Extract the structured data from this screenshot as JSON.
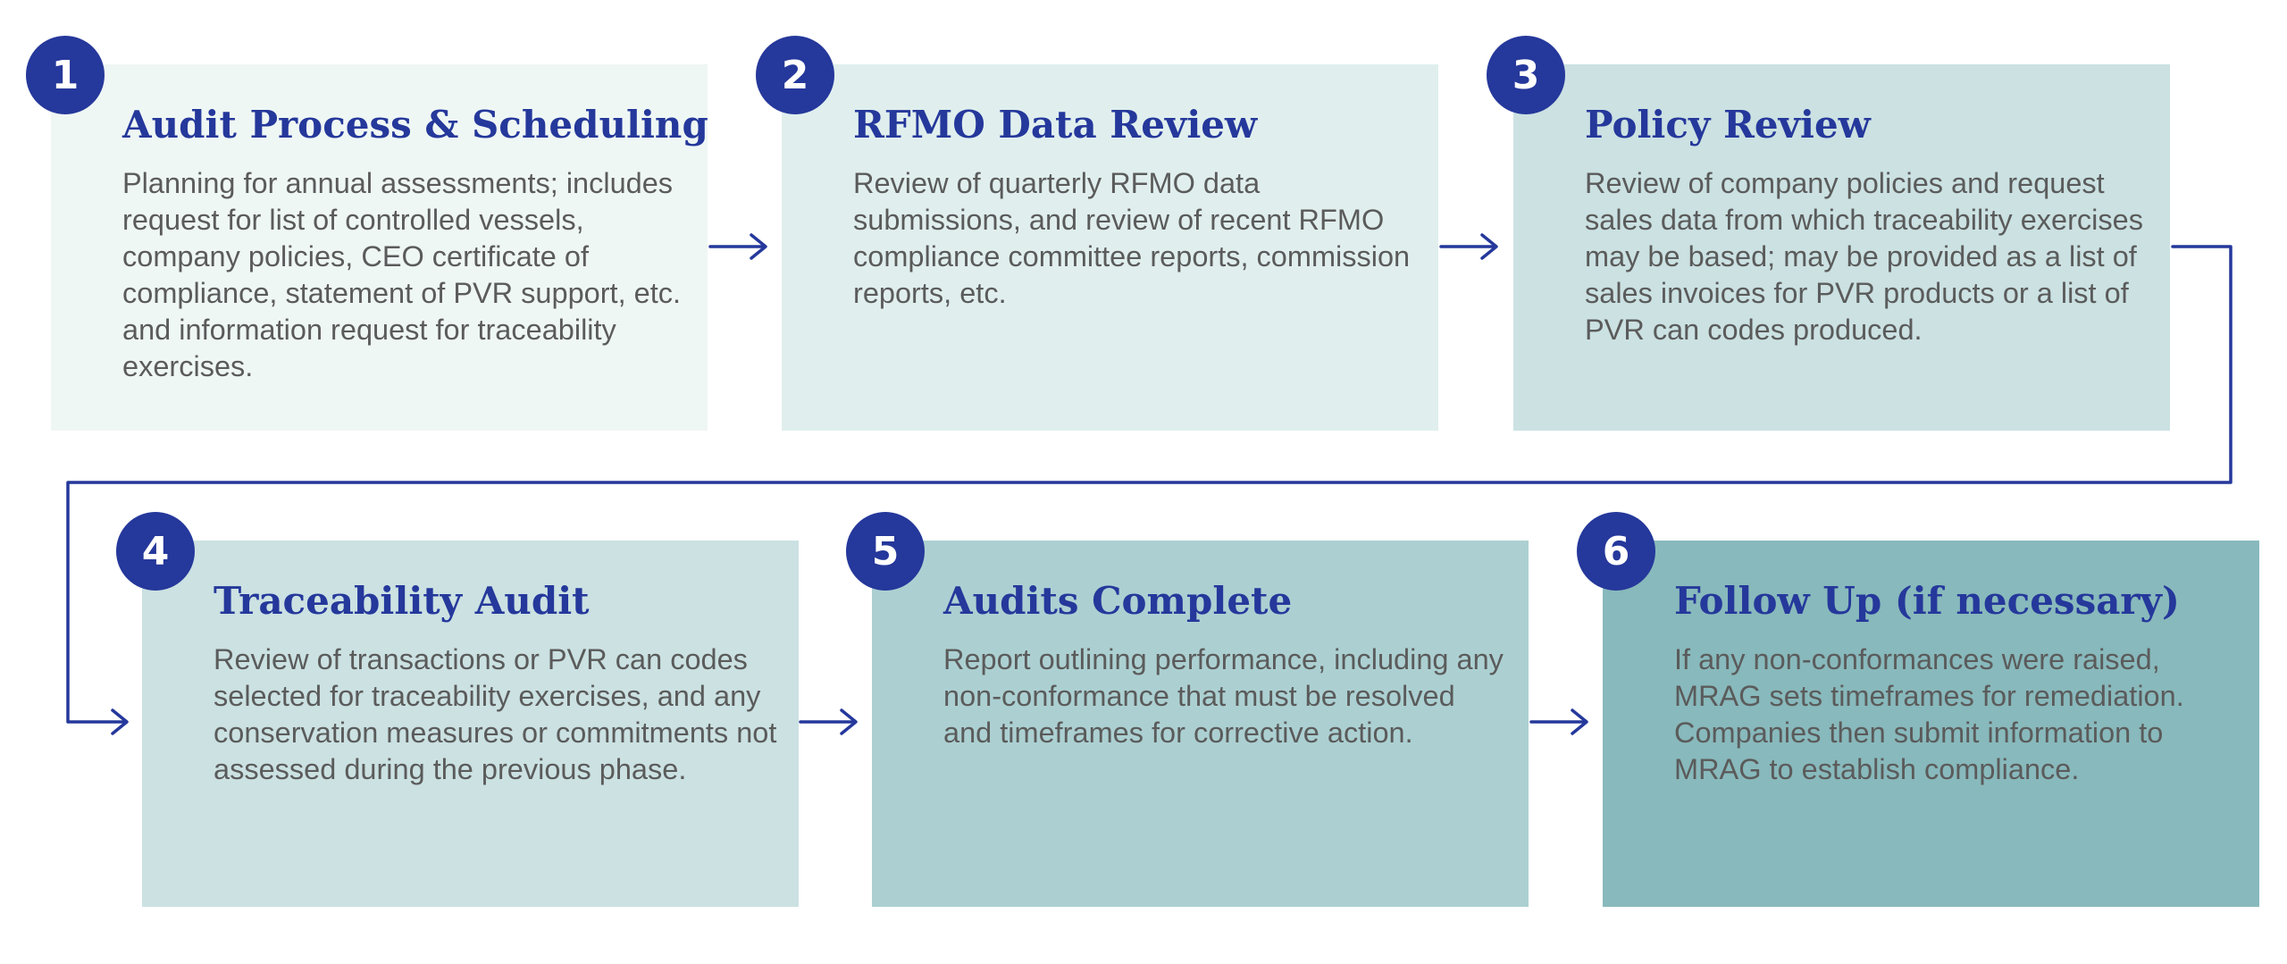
{
  "steps": [
    {
      "number": "1",
      "title": "Audit Process & Scheduling",
      "body": "Planning for annual assessments; includes request for list of controlled vessels, company policies, CEO certificate of compliance, statement of PVR support, etc. and information request for traceability exercises.",
      "color": "#eff7f5"
    },
    {
      "number": "2",
      "title": "RFMO Data Review",
      "body": "Review of quarterly RFMO data submissions, and review of recent RFMO compliance committee reports, commission reports, etc.",
      "color": "#e0efee"
    },
    {
      "number": "3",
      "title": "Policy Review",
      "body": "Review of company policies and request sales data from which traceability exercises may be based; may be provided as a list of sales invoices for PVR products or a list of PVR can codes produced.",
      "color": "#cbe1e2"
    },
    {
      "number": "4",
      "title": "Traceability Audit",
      "body": "Review of transactions or PVR can codes selected for traceability exercises, and any conservation measures or commitments not assessed during the previous phase.",
      "color": "#cbe1e2"
    },
    {
      "number": "5",
      "title": "Audits Complete",
      "body": "Report outlining performance, including any non-conformance that must be resolved and timeframes for corrective action.",
      "color": "#acd0d2"
    },
    {
      "number": "6",
      "title": "Follow Up (if necessary)",
      "body": "If any non-conformances were raised, MRAG sets timeframes for remediation. Companies then submit information to MRAG to establish compliance.",
      "color": "#88b9bc"
    }
  ],
  "colors": {
    "accent": "#25389b",
    "title": "#25389b",
    "body_text": "#5b5b5b",
    "badge_text": "#ffffff"
  },
  "flow": "1 → 2 → 3 → 4 → 5 → 6"
}
